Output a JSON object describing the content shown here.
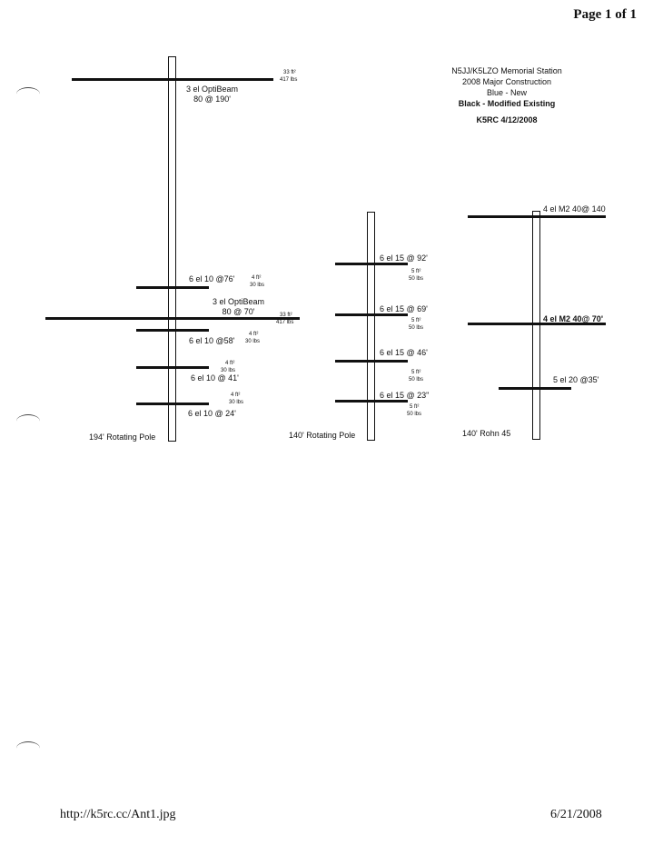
{
  "header": {
    "page_label": "Page 1 of 1"
  },
  "title": {
    "line1": "N5JJ/K5LZO Memorial Station",
    "line2": "2008 Major Construction",
    "line3": "Blue - New",
    "line4": "Black - Modified Existing",
    "line5": "K5RC  4/12/2008"
  },
  "towers": [
    {
      "name": "194' Rotating Pole",
      "antennas": [
        {
          "label": "3 el OptiBeam",
          "label2": "80 @ 190'",
          "area": "33 ft²",
          "weight": "417 lbs"
        },
        {
          "label": "6 el 10 @76'",
          "area": "4 ft²",
          "weight": "30 lbs"
        },
        {
          "label": "3 el OptiBeam",
          "label2": "80 @ 70'",
          "area": "33 ft²",
          "weight": "417 lbs"
        },
        {
          "label": "6 el 10 @58'",
          "area": "4 ft²",
          "weight": "30 lbs"
        },
        {
          "label": "6 el 10 @ 41'",
          "area": "4 ft²",
          "weight": "30 lbs"
        },
        {
          "label": "6 el 10 @ 24'",
          "area": "4 ft²",
          "weight": "30 lbs"
        }
      ]
    },
    {
      "name": "140' Rotating Pole",
      "antennas": [
        {
          "label": "6 el 15 @ 92'",
          "area": "5 ft²",
          "weight": "50 lbs"
        },
        {
          "label": "6 el 15 @ 69'",
          "area": "5 ft²",
          "weight": "50 lbs"
        },
        {
          "label": "6 el 15 @ 46'",
          "area": "5 ft²",
          "weight": "50 lbs"
        },
        {
          "label": "6 el 15 @ 23\"",
          "area": "5 ft²",
          "weight": "50 lbs"
        }
      ]
    },
    {
      "name": "140' Rohn 45",
      "antennas": [
        {
          "label": "4 el M2 40@ 140"
        },
        {
          "label": "4 el M2 40@ 70'"
        },
        {
          "label": "5 el 20 @35'"
        }
      ]
    }
  ],
  "footer": {
    "url": "http://k5rc.cc/Ant1.jpg",
    "date": "6/21/2008"
  }
}
